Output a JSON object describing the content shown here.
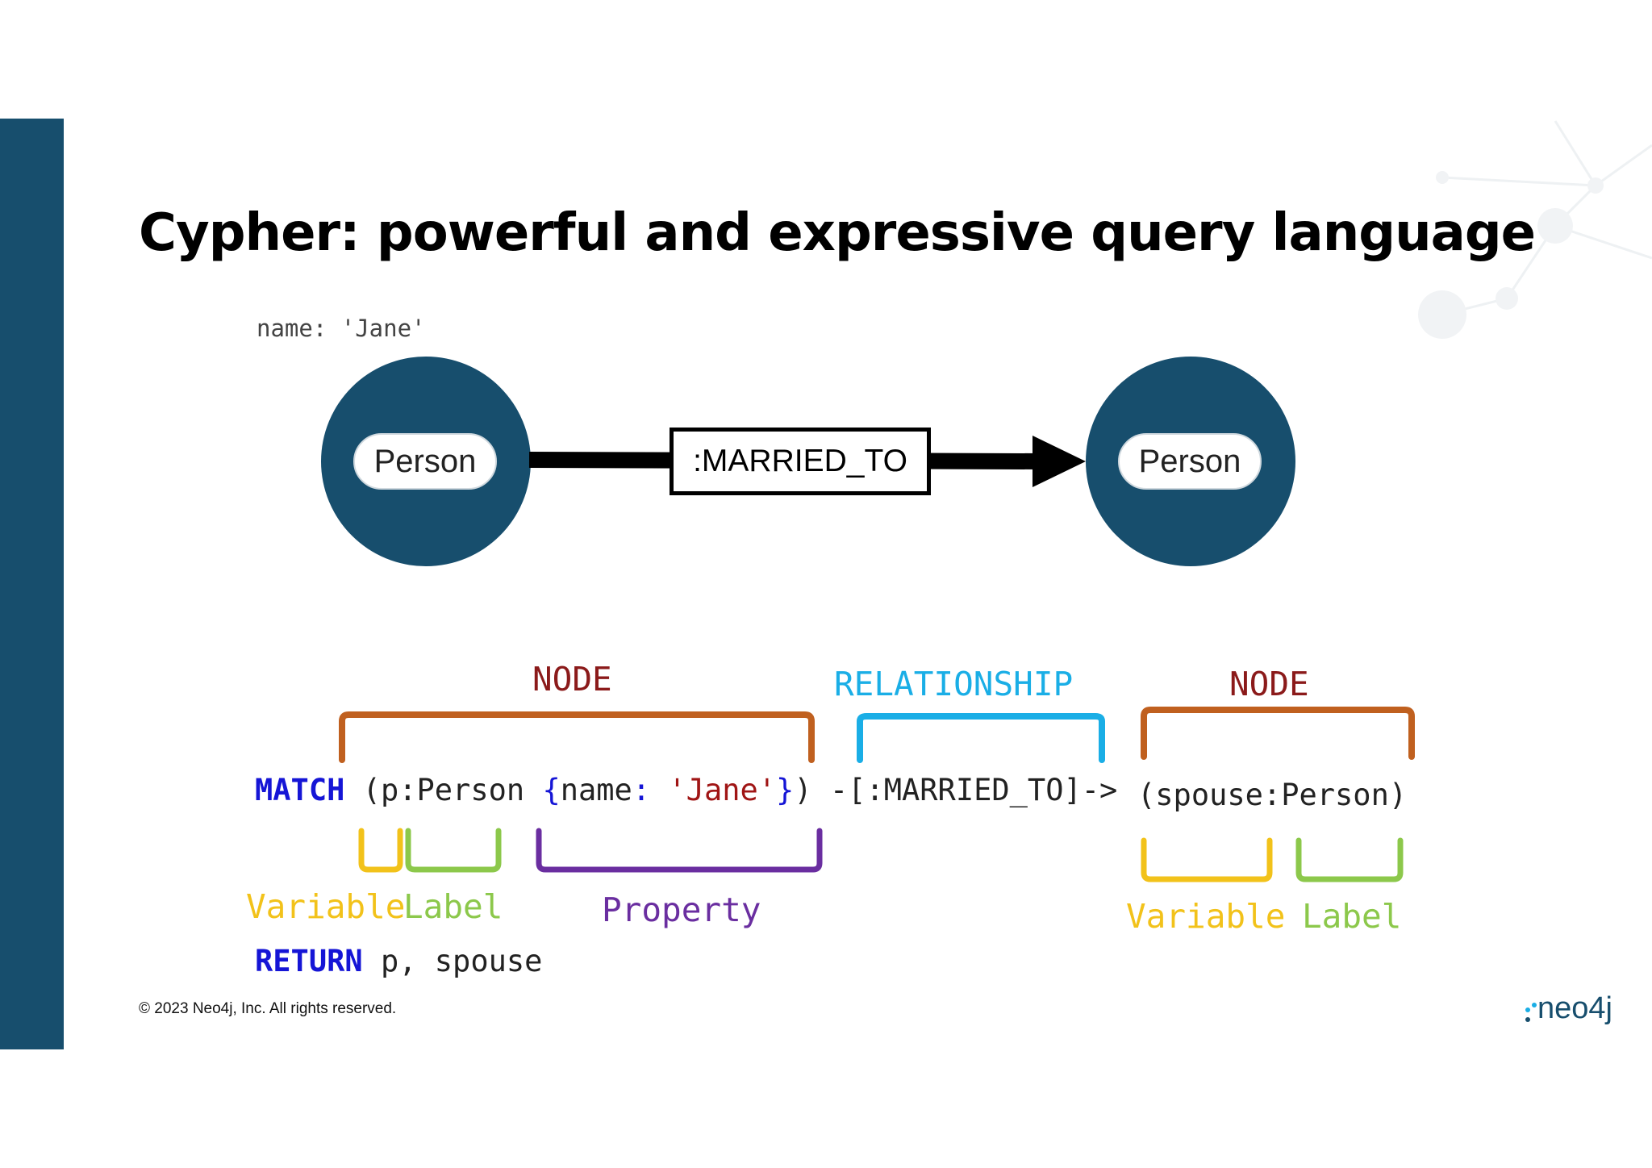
{
  "slide": {
    "title": "Cypher: powerful and expressive query language",
    "property_note": "name: 'Jane'"
  },
  "graph": {
    "left_node_label": "Person",
    "right_node_label": "Person",
    "relationship_label": ":MARRIED_TO"
  },
  "query": {
    "match_keyword": "MATCH",
    "node1_open": "(p:Person ",
    "brace_open": "{",
    "prop_key": "name",
    "colon": ": ",
    "prop_value": "'Jane'",
    "brace_close": "}",
    "node1_close": ")",
    "relationship": "-[:MARRIED_TO]->",
    "node2": "(spouse:Person)",
    "return_keyword": "RETURN",
    "return_items": "p, spouse"
  },
  "annotations": {
    "node_left": "NODE",
    "relationship": "RELATIONSHIP",
    "node_right": "NODE",
    "variable_left": "Variable",
    "label_left": "Label",
    "property": "Property",
    "variable_right": "Variable",
    "label_right": "Label"
  },
  "colors": {
    "node_fill": "#174e6d",
    "node_bracket": "#c0601f",
    "node_text": "#8b1a1a",
    "relationship": "#1aaee6",
    "variable": "#f2c21a",
    "label": "#8cc84b",
    "property": "#6a2ea0",
    "keyword": "#1515d6"
  },
  "footer": {
    "copyright": "© 2023 Neo4j, Inc. All rights reserved.",
    "logo_text": "neo4j"
  }
}
